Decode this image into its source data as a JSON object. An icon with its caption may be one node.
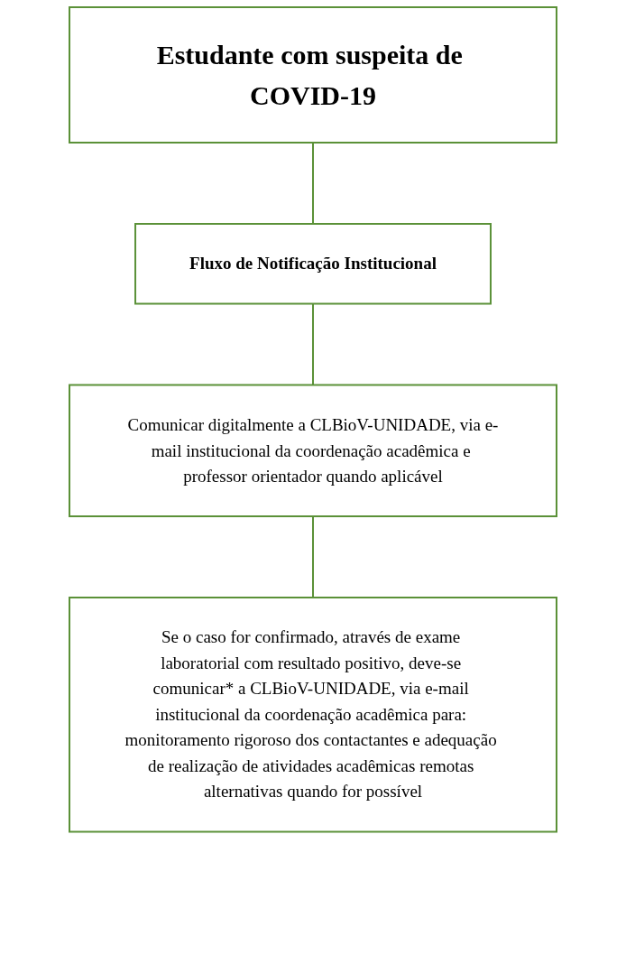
{
  "diagram": {
    "nodes": [
      {
        "text": [
          "Estudante com suspeita de COVID-19"
        ]
      },
      {
        "text": [
          "Fluxo de Notificação Institucional"
        ]
      },
      {
        "text": [
          "Comunicar digitalmente a CLBioV-UNIDADE, via e-mail institucional da coordenação acadêmica e professor orientador quando aplicável"
        ]
      },
      {
        "text": [
          "Se o caso for confirmado, através de exame laboratorial com resultado positivo, deve-se comunicar* a CLBioV-UNIDADE, via e-mail institucional da coordenação acadêmica para: monitoramento rigoroso dos contactantes e adequação de realização de atividades acadêmicas remotas alternativas quando for possível"
        ]
      }
    ],
    "edges": [
      {
        "from": 0,
        "to": 1,
        "arrow": "none"
      },
      {
        "from": 1,
        "to": 2,
        "arrow": "none"
      },
      {
        "from": 2,
        "to": 3,
        "arrow": "none"
      }
    ]
  }
}
